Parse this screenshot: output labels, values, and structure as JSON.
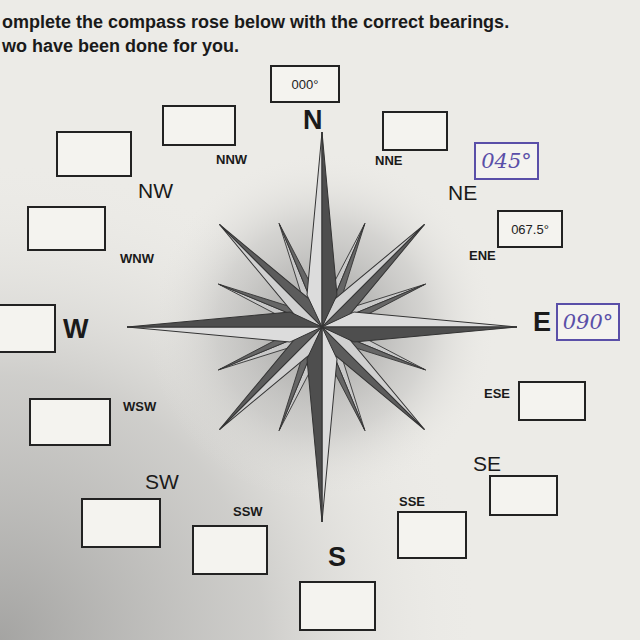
{
  "diagram": {
    "title": "omplete the compass rose below with the correct bearings. wo have been done for you.",
    "nodes": [
      {
        "text": [
          "000°"
        ]
      },
      {
        "text": [
          "045°"
        ]
      },
      {
        "text": [
          "067.5°"
        ]
      },
      {
        "text": [
          "090°"
        ]
      }
    ],
    "labels": [
      "N",
      "NNW",
      "NNE",
      "NW",
      "NE",
      "WNW",
      "ENE",
      "W",
      "E",
      "WSW",
      "ESE",
      "SW",
      "SE",
      "SSW",
      "SSE",
      "S"
    ]
  }
}
